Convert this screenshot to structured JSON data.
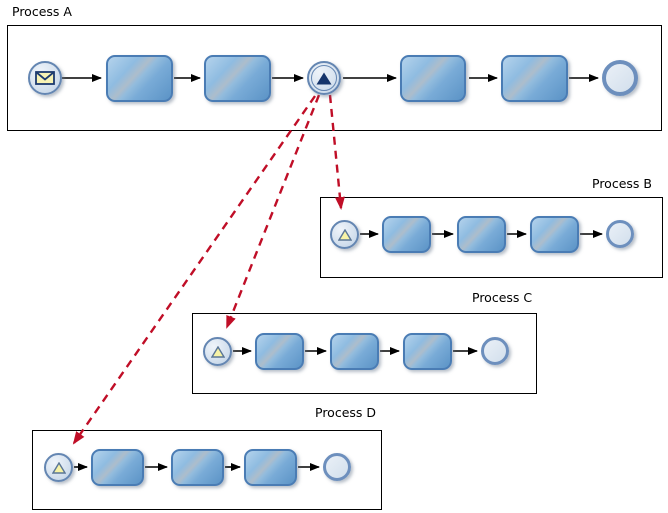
{
  "diagram": {
    "type": "bpmn-process-diagram",
    "processes": [
      {
        "name": "Process A",
        "elements": [
          "message-start-event",
          "task",
          "task",
          "signal-throw-intermediate-event",
          "task",
          "task",
          "end-event"
        ]
      },
      {
        "name": "Process B",
        "elements": [
          "signal-start-event",
          "task",
          "task",
          "task",
          "end-event"
        ]
      },
      {
        "name": "Process C",
        "elements": [
          "signal-start-event",
          "task",
          "task",
          "task",
          "end-event"
        ]
      },
      {
        "name": "Process D",
        "elements": [
          "signal-start-event",
          "task",
          "task",
          "task",
          "end-event"
        ]
      }
    ],
    "signal_links": [
      {
        "from": "Process A signal-throw-intermediate-event",
        "to": "Process B signal-start-event"
      },
      {
        "from": "Process A signal-throw-intermediate-event",
        "to": "Process C signal-start-event"
      },
      {
        "from": "Process A signal-throw-intermediate-event",
        "to": "Process D signal-start-event"
      }
    ],
    "icons": {
      "message_start": "envelope-icon",
      "signal_throw": "filled-triangle-icon",
      "signal_start": "outline-triangle-icon"
    }
  },
  "colors": {
    "background": "#ffffff",
    "container_border": "#000000",
    "task_border": "#4a7cb4",
    "task_fill_light": "#b5d3ec",
    "task_fill_dark": "#5b93c6",
    "event_border": "#6486b2",
    "end_event_border": "#6d8fbd",
    "event_fill": "#d6e2ef",
    "envelope_fill": "#f8f3b4",
    "envelope_border": "#1c3a6e",
    "throw_triangle_fill": "#16356b",
    "signal_triangle_fill": "#f7f3a6",
    "signal_triangle_border": "#5a7696",
    "sequence_flow": "#000000",
    "signal_link_red": "#c00e27"
  }
}
